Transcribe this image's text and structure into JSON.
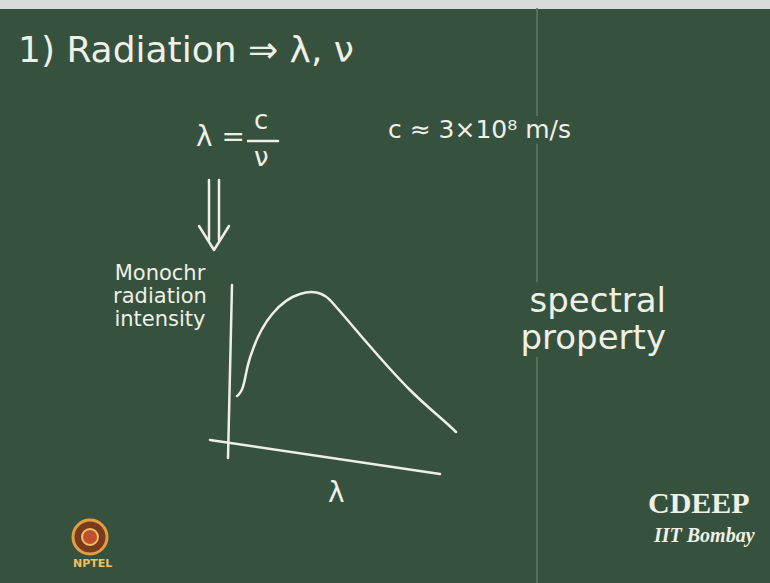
{
  "diagram": {
    "title": "1) Radiation ⇒ λ, ν",
    "labels": [
      "λ =",
      "c",
      "ν",
      "c ≈ 3×10⁸ m/s",
      "Monochr radiation intensity",
      "λ",
      "spectral property",
      "CDEEP",
      "IIT Bombay",
      "NPTEL"
    ]
  }
}
